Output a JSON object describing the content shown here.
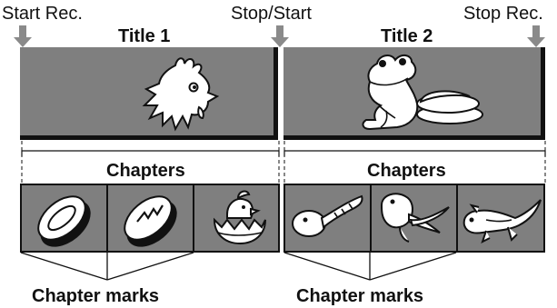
{
  "labels": {
    "start_rec": "Start Rec.",
    "stop_start": "Stop/Start",
    "stop_rec": "Stop Rec.",
    "title1": "Title 1",
    "title2": "Title 2",
    "chapters_1": "Chapters",
    "chapters_2": "Chapters",
    "chapter_marks_1": "Chapter marks",
    "chapter_marks_2": "Chapter marks"
  },
  "colors": {
    "panel_gray": "#7f7f7f",
    "arrow_gray": "#8a8a8a",
    "line_dark": "#111111",
    "art_white": "#ffffff"
  },
  "title1": {
    "image": "rooster-head-icon",
    "chapters": [
      "egg-icon",
      "cracked-egg-icon",
      "hatching-chick-icon"
    ]
  },
  "title2": {
    "image": "frog-on-lily-pad-icon",
    "chapters": [
      "tadpole-icon",
      "tadpole-with-legs-icon",
      "froglet-icon"
    ]
  }
}
